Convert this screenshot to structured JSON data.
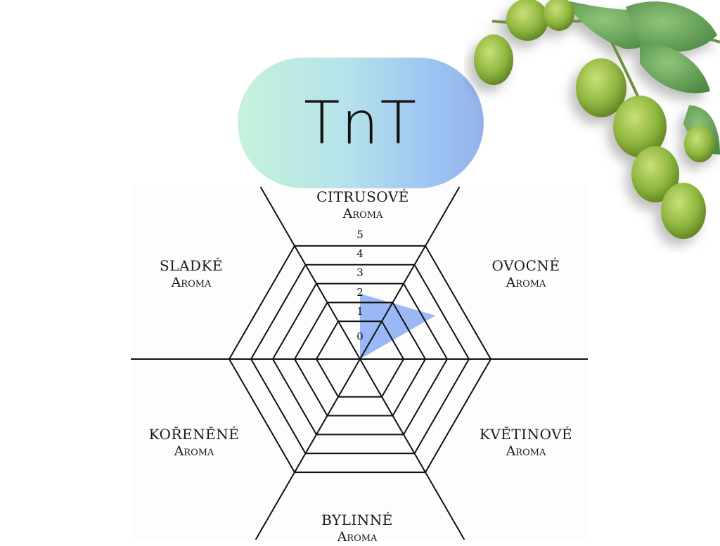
{
  "header": {
    "title": "TnT"
  },
  "colors": {
    "fill": "#9ab8f5",
    "stroke": "#111111",
    "pill_start": "#c5f3d9",
    "pill_end": "#93b1ea"
  },
  "decoration": {
    "icon": "hop-vine-icon"
  },
  "chart_data": {
    "type": "radar",
    "title": "TnT",
    "axes": [
      {
        "line1": "CITRUSOVÉ",
        "line2": "Aroma"
      },
      {
        "line1": "OVOCNÉ",
        "line2": "Aroma"
      },
      {
        "line1": "KVĚTINOVÉ",
        "line2": "Aroma"
      },
      {
        "line1": "BYLINNÉ",
        "line2": "Aroma"
      },
      {
        "line1": "KOŘENĚNÉ",
        "line2": "Aroma"
      },
      {
        "line1": "SLADKÉ",
        "line2": "Aroma"
      }
    ],
    "scale_labels": [
      "0",
      "1",
      "2",
      "3",
      "4",
      "5"
    ],
    "range": [
      0,
      5
    ],
    "values": [
      2,
      3,
      0,
      0,
      0,
      0
    ]
  }
}
